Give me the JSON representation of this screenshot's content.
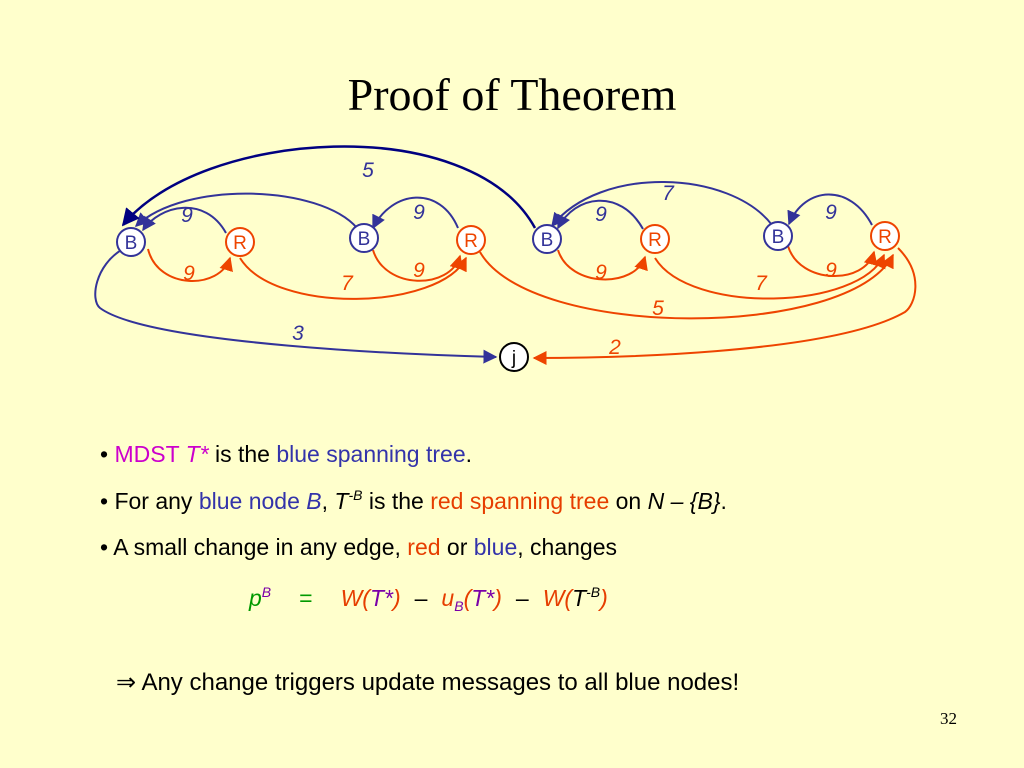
{
  "title": "Proof of Theorem",
  "graph": {
    "nodes": {
      "b1": "B",
      "r1": "R",
      "b2": "B",
      "r2": "R",
      "b3": "B",
      "r3": "R",
      "b4": "B",
      "r4": "R",
      "j": "j"
    },
    "weights": {
      "blue_b1_r1": "9",
      "red_b1_r1": "9",
      "blue_b2_r2": "9",
      "red_b2_r2": "9",
      "blue_b3_r3": "9",
      "red_b3_r3": "9",
      "blue_b4_r4": "9",
      "red_b4_r4": "9",
      "blue_b3_b1": "5",
      "blue_b4_b3": "7",
      "red_r1_r2": "7",
      "red_r3_r4": "7",
      "red_r2_r4": "5",
      "blue_b1_j": "3",
      "red_r4_j": "2"
    },
    "colors": {
      "blue": "#333399",
      "red": "#ee4400",
      "dark_blue": "#000080"
    }
  },
  "bullets": {
    "b1": {
      "mdst": "MDST",
      "tstar": "T*",
      "is_the": "is the",
      "blue_tree": "blue spanning tree",
      "end": "."
    },
    "b2": {
      "for_any": "For any",
      "blue_node": "blue node",
      "B": "B",
      "comma": ",",
      "T": "T",
      "sup": "-B",
      "is_the": "is the",
      "red_tree": "red spanning tree",
      "on": "on",
      "N": "N",
      "dash_set": "– {B}",
      "end": "."
    },
    "b3": {
      "text1": "A small change in any edge,",
      "red": "red",
      "or": "or",
      "blue": "blue",
      "text2": ", changes"
    }
  },
  "formula": {
    "p": "p",
    "p_sup": "B",
    "eq": "=",
    "w1": "W(",
    "tstar1": "T*",
    "close1": ")",
    "minus1": "–",
    "u": "u",
    "u_sub": "B",
    "open2": "(",
    "tstar2": "T*",
    "close2": ")",
    "minus2": "–",
    "w3": "W(",
    "t3": "T",
    "t3_sup": "-B",
    "close3": ")"
  },
  "conclusion": {
    "arrow": "⇒",
    "text": "Any change triggers update messages to all blue nodes!"
  },
  "page_number": "32"
}
